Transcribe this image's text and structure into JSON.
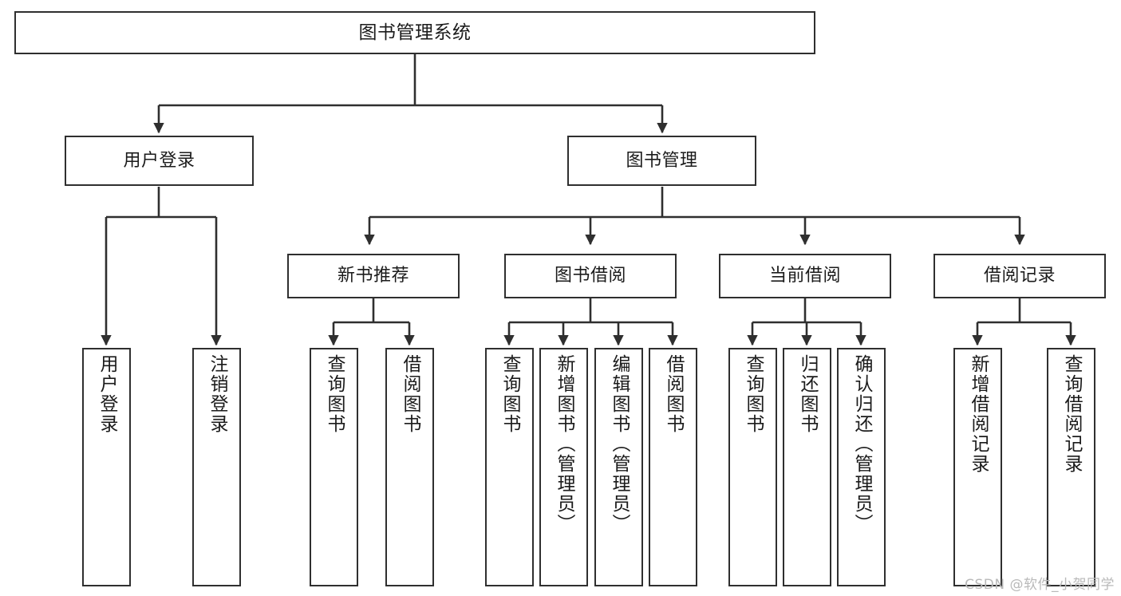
{
  "diagram": {
    "title_node": {
      "label": "图书管理系统"
    },
    "level1": [
      {
        "id": "user-login",
        "label": "用户登录"
      },
      {
        "id": "book-manage",
        "label": "图书管理"
      }
    ],
    "level2": [
      {
        "id": "new-book-recommend",
        "label": "新书推荐"
      },
      {
        "id": "book-borrow",
        "label": "图书借阅"
      },
      {
        "id": "current-borrow",
        "label": "当前借阅"
      },
      {
        "id": "borrow-record",
        "label": "借阅记录"
      }
    ],
    "leaves": {
      "user_login": [
        {
          "id": "leaf-user-login",
          "label": "用户登录"
        },
        {
          "id": "leaf-logout-login",
          "label": "注销登录"
        }
      ],
      "new_book_recommend": [
        {
          "id": "leaf-query-book-1",
          "label": "查询图书"
        },
        {
          "id": "leaf-borrow-book-1",
          "label": "借阅图书"
        }
      ],
      "book_borrow": [
        {
          "id": "leaf-query-book-2",
          "label": "查询图书"
        },
        {
          "id": "leaf-add-book",
          "label": "新增图书（管理员）"
        },
        {
          "id": "leaf-edit-book",
          "label": "编辑图书（管理员）"
        },
        {
          "id": "leaf-borrow-book-2",
          "label": "借阅图书"
        }
      ],
      "current_borrow": [
        {
          "id": "leaf-query-book-3",
          "label": "查询图书"
        },
        {
          "id": "leaf-return-book",
          "label": "归还图书"
        },
        {
          "id": "leaf-confirm-return",
          "label": "确认归还（管理员）"
        }
      ],
      "borrow_record": [
        {
          "id": "leaf-add-record",
          "label": "新增借阅记录"
        },
        {
          "id": "leaf-query-record",
          "label": "查询借阅记录"
        }
      ]
    },
    "watermark": "CSDN @软件_小贺同学",
    "colors": {
      "stroke": "#2f2f2f",
      "fill": "#ffffff",
      "text": "#1b1b1b",
      "watermark": "#b9b9b9"
    }
  }
}
